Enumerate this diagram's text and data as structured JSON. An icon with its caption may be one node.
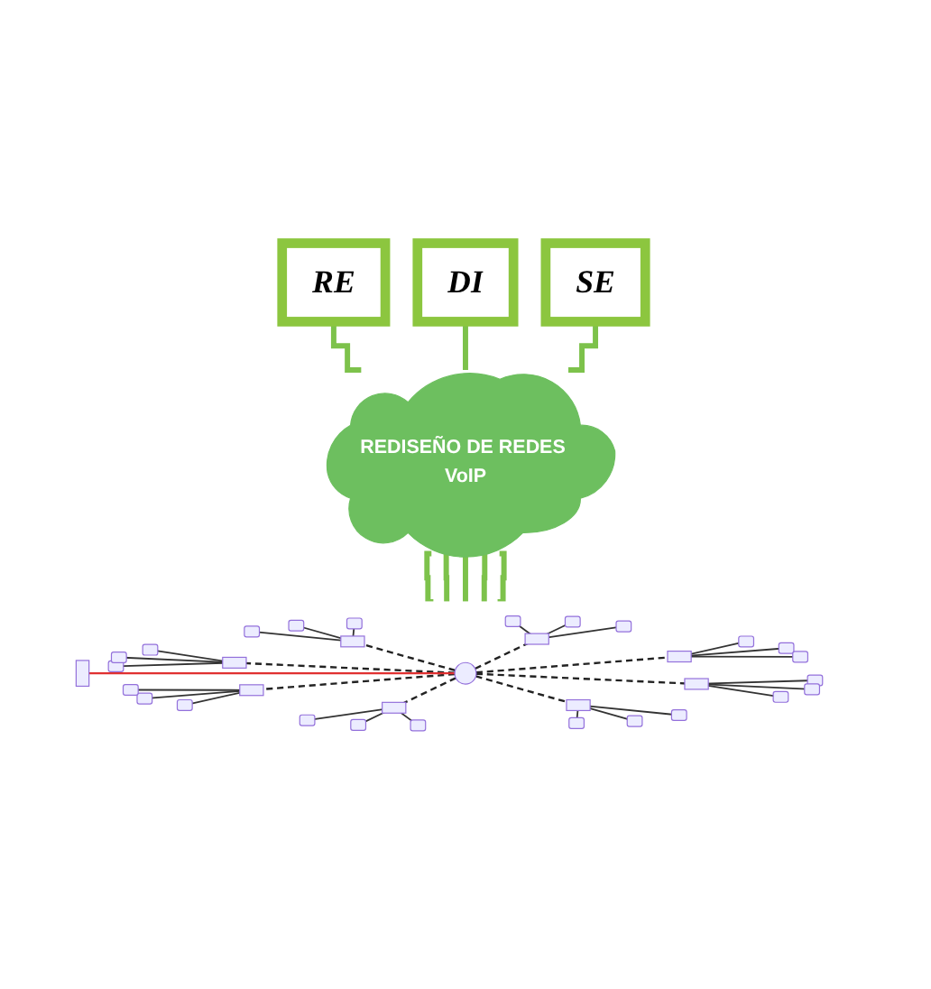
{
  "diagram": {
    "nodes": [
      {
        "text": [
          "RE"
        ]
      },
      {
        "text": [
          "DI"
        ]
      },
      {
        "text": [
          "SE"
        ]
      },
      {
        "text": [
          "REDISEÑO DE REDES VoIP"
        ]
      },
      {
        "text": [],
        "shape": "picture"
      }
    ],
    "edges": [
      {
        "from": 0,
        "to": 3,
        "arrow": "none"
      },
      {
        "from": 1,
        "to": 3,
        "arrow": "none"
      },
      {
        "from": 2,
        "to": 3,
        "arrow": "none"
      },
      {
        "from": 3,
        "to": 4,
        "arrow": "none"
      },
      {
        "from": 3,
        "to": 4,
        "arrow": "none"
      },
      {
        "from": 3,
        "to": 4,
        "arrow": "none"
      },
      {
        "from": 3,
        "to": 4,
        "arrow": "none"
      },
      {
        "from": 3,
        "to": 4,
        "arrow": "none"
      }
    ]
  }
}
